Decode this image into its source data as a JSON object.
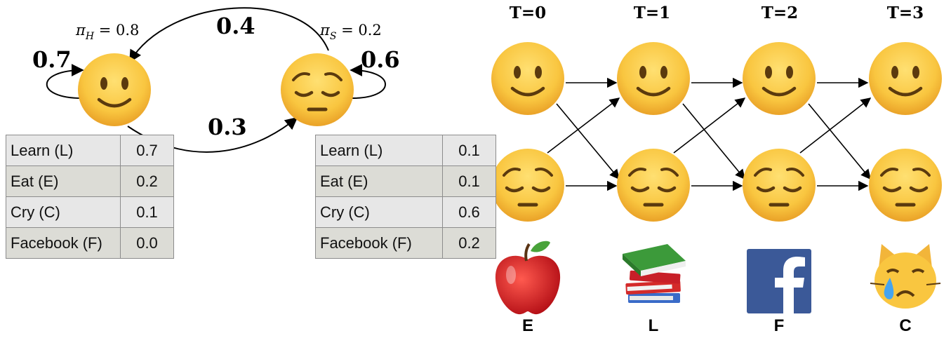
{
  "state_diagram": {
    "transitions": {
      "happy_to_happy": "0.7",
      "sad_to_happy": "0.4",
      "happy_to_sad": "0.3",
      "sad_to_sad": "0.6"
    },
    "initial": {
      "happy": {
        "symbol": "π",
        "sub": "H",
        "rest": " = 0.8"
      },
      "sad": {
        "symbol": "π",
        "sub": "S",
        "rest": " = 0.2"
      }
    }
  },
  "emission_happy": [
    {
      "label": "Learn (L)",
      "value": "0.7"
    },
    {
      "label": "Eat (E)",
      "value": "0.2"
    },
    {
      "label": "Cry (C)",
      "value": "0.1"
    },
    {
      "label": "Facebook (F)",
      "value": "0.0"
    }
  ],
  "emission_sad": [
    {
      "label": "Learn (L)",
      "value": "0.1"
    },
    {
      "label": "Eat (E)",
      "value": "0.1"
    },
    {
      "label": "Cry (C)",
      "value": "0.6"
    },
    {
      "label": "Facebook (F)",
      "value": "0.2"
    }
  ],
  "trellis": {
    "time_labels": [
      "T=0",
      "T=1",
      "T=2",
      "T=3"
    ],
    "observations": [
      {
        "letter": "E",
        "icon": "apple-icon"
      },
      {
        "letter": "L",
        "icon": "books-icon"
      },
      {
        "letter": "F",
        "icon": "facebook-icon"
      },
      {
        "letter": "C",
        "icon": "crying-cat-icon"
      }
    ]
  },
  "colors": {
    "face": "#f9c640",
    "face_edge": "#e7951f",
    "facebook_blue": "#3b5998",
    "apple_red": "#d9141b",
    "table_light": "#e7e7e7",
    "table_dark": "#dcdcd6"
  }
}
